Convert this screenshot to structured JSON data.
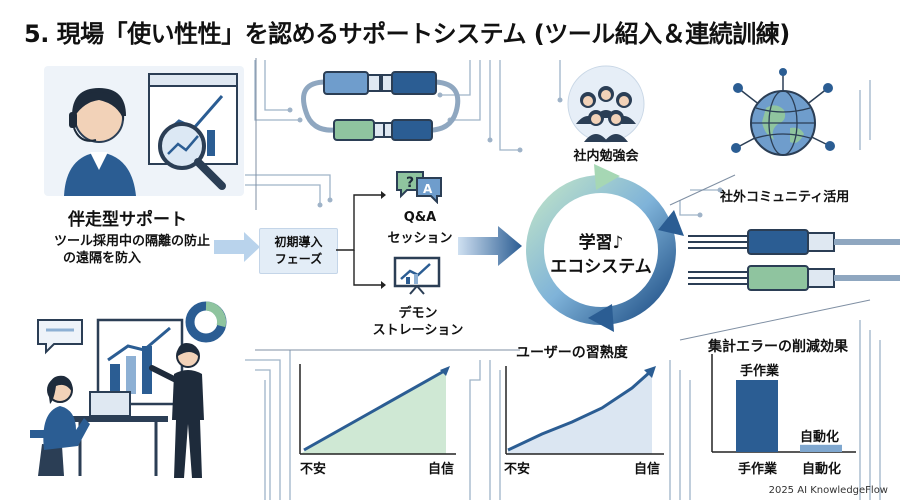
{
  "title": "5. 現場「使い性性」を認めるサポートシステム (ツール紹入＆連続訓練)",
  "support": {
    "heading": "伴走型サポート",
    "line1": "ツール採用中の隔離の防止",
    "line2": "の遠隔を防入"
  },
  "phase": {
    "line1": "初期導入",
    "line2": "フェーズ"
  },
  "qa": {
    "line1": "Q&A",
    "line2": "セッション"
  },
  "demo": {
    "line1": "デモン",
    "line2": "ストレーション"
  },
  "ecosystem": {
    "line1": "学習♪",
    "line2": "エコシステム"
  },
  "study_group": "社内勉強会",
  "community": "社外コミュニティ活用",
  "chart1": {
    "x_start": "不安",
    "x_end": "自信"
  },
  "chart2": {
    "title": "ユーザーの習熟度",
    "x_start": "不安",
    "x_end": "自信"
  },
  "chart3": {
    "title": "集計エラーの削減効果",
    "type": "bar",
    "categories": [
      "手作業",
      "自動化"
    ],
    "bar_labels": [
      "手作業",
      "自動化"
    ],
    "values": [
      100,
      10
    ],
    "colors": [
      "#2b5d93",
      "#7fa7cf"
    ]
  },
  "footer": "2025 AI KnowledgeFlow"
}
